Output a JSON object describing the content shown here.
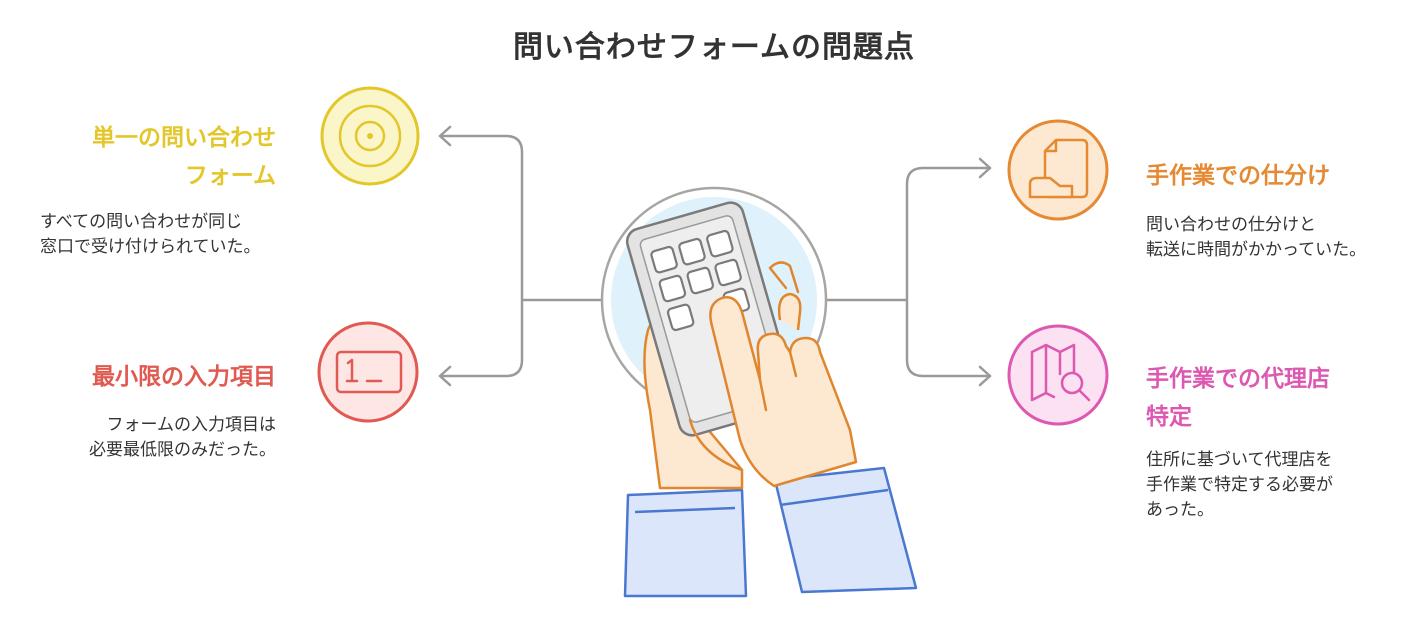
{
  "title": "問い合わせフォームの問題点",
  "colors": {
    "yellow": "#e3c72a",
    "red": "#e05a52",
    "orange": "#e58a33",
    "pink": "#dd58b0",
    "connector": "#9a9a9a",
    "hand": "#e0862f",
    "sleeve": "#4a78d1"
  },
  "center": {
    "illustration": "hands-holding-phone-keypad-icon"
  },
  "items": [
    {
      "id": "single-form",
      "heading": "単一の問い合わせ\nフォーム",
      "description": "すべての問い合わせが同じ\n窓口で受け付けられていた。",
      "icon": "target-icon",
      "color": "yellow",
      "side": "left"
    },
    {
      "id": "minimal-fields",
      "heading": "最小限の入力項目",
      "description": "フォームの入力項目は\n必要最低限のみだった。",
      "icon": "input-field-icon",
      "color": "red",
      "side": "left"
    },
    {
      "id": "manual-sorting",
      "heading": "手作業での仕分け",
      "description": "問い合わせの仕分けと\n転送に時間がかかっていた。",
      "icon": "document-hand-icon",
      "color": "orange",
      "side": "right"
    },
    {
      "id": "manual-agency",
      "heading": "手作業での代理店\n特定",
      "description": "住所に基づいて代理店を\n手作業で特定する必要が\nあった。",
      "icon": "map-search-icon",
      "color": "pink",
      "side": "right"
    }
  ]
}
